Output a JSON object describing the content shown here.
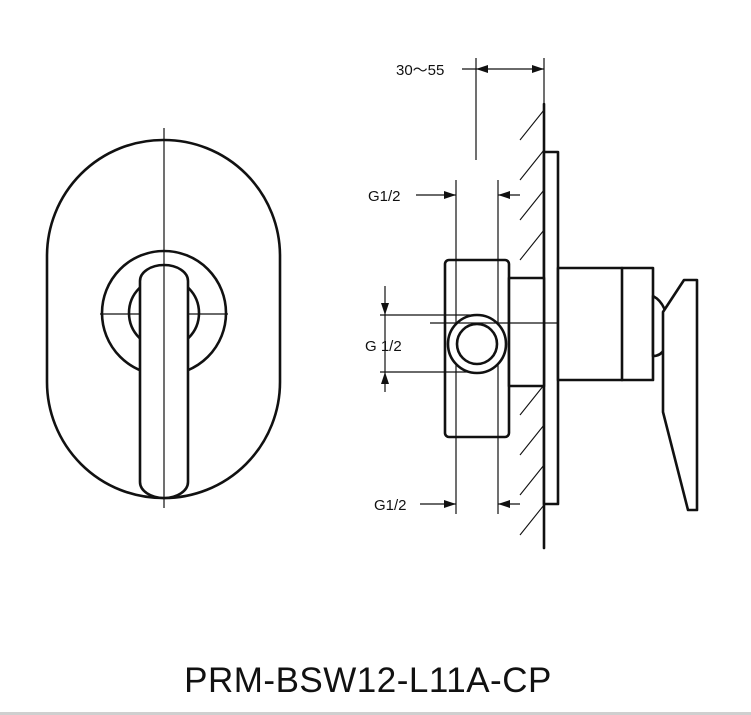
{
  "labels": {
    "wall_depth": "30～55",
    "g_top": "G1/2",
    "g_middle": "G 1/2",
    "g_bottom": "G1/2"
  },
  "model_number": "PRM-BSW12-L11A-CP"
}
